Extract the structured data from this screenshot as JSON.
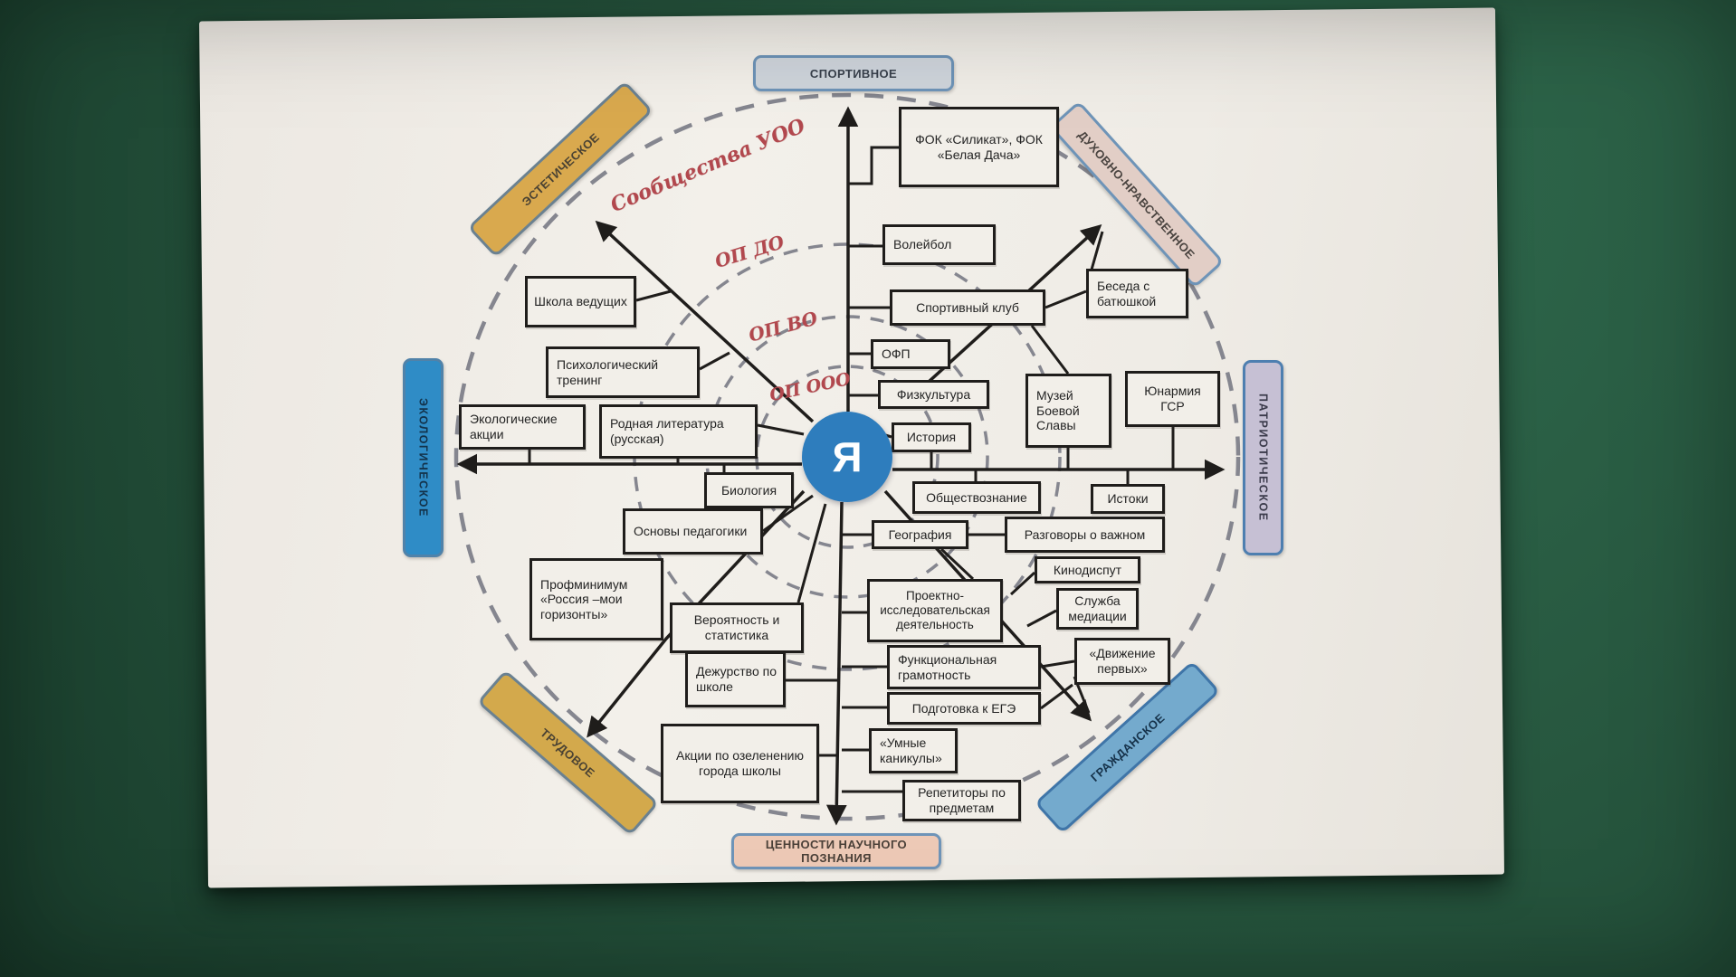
{
  "palette": {
    "board_green": "#27573f",
    "paper": "#f1eee9",
    "line_black": "#1f1d1b",
    "dash_gray": "#85868f",
    "ring_label_red": "#b2484e",
    "center_blue": "#2e7dbd"
  },
  "center": {
    "label": "Я"
  },
  "rings": [
    {
      "label": "Сообщества УОО"
    },
    {
      "label": "ОП ДО"
    },
    {
      "label": "ОП ВО"
    },
    {
      "label": "ОП ООО"
    }
  ],
  "directions": [
    {
      "label": "СПОРТИВНОЕ",
      "fill": "#cfd5dc",
      "border": "#6e94b8",
      "text": "#39414c"
    },
    {
      "label": "ДУХОВНО-НРАВСТВЕННОЕ",
      "fill": "#e2cec6",
      "border": "#6e94b8",
      "text": "#4a4440"
    },
    {
      "label": "ПАТРИОТИЧЕСКОЕ",
      "fill": "#c6c0d4",
      "border": "#4e7fb0",
      "text": "#3a3a4a"
    },
    {
      "label": "ГРАЖДАНСКОЕ",
      "fill": "#74aacd",
      "border": "#3f75a8",
      "text": "#16324a"
    },
    {
      "label": "ЦЕННОСТИ НАУЧНОГО ПОЗНАНИЯ",
      "fill": "#edc9b6",
      "border": "#6e94b8",
      "text": "#4a4038"
    },
    {
      "label": "ТРУДОВОЕ",
      "fill": "#d3a94c",
      "border": "#6a8191",
      "text": "#4a4233"
    },
    {
      "label": "ЭКОЛОГИЧЕСКОЕ",
      "fill": "#2f8cc6",
      "border": "#5082a9",
      "text": "#13324a"
    },
    {
      "label": "ЭСТЕТИЧЕСКОЕ",
      "fill": "#d9a94e",
      "border": "#6a8191",
      "text": "#4a4233"
    }
  ],
  "nodes": [
    {
      "label": "ФОК «Силикат», ФОК «Белая Дача»"
    },
    {
      "label": "Волейбол"
    },
    {
      "label": "Спортивный клуб"
    },
    {
      "label": "ОФП"
    },
    {
      "label": "Физкультура"
    },
    {
      "label": "История"
    },
    {
      "label": "Беседа с батюшкой"
    },
    {
      "label": "Музей Боевой Славы"
    },
    {
      "label": "Юнармия ГСР"
    },
    {
      "label": "Истоки"
    },
    {
      "label": "Обществознание"
    },
    {
      "label": "Разговоры о важном"
    },
    {
      "label": "География"
    },
    {
      "label": "Кинодиспут"
    },
    {
      "label": "Служба медиации"
    },
    {
      "label": "«Движение первых»"
    },
    {
      "label": "Проектно-исследовательская деятельность"
    },
    {
      "label": "Функциональная грамотность"
    },
    {
      "label": "Подготовка к ЕГЭ"
    },
    {
      "label": "«Умные каникулы»"
    },
    {
      "label": "Репетиторы по предметам"
    },
    {
      "label": "Школа ведущих"
    },
    {
      "label": "Психологический тренинг"
    },
    {
      "label": "Экологические акции"
    },
    {
      "label": "Родная литература (русская)"
    },
    {
      "label": "Биология"
    },
    {
      "label": "Основы педагогики"
    },
    {
      "label": "Профминимум «Россия –мои горизонты»"
    },
    {
      "label": "Вероятность и статистика"
    },
    {
      "label": "Дежурство по школе"
    },
    {
      "label": "Акции по озеленению города школы"
    }
  ]
}
